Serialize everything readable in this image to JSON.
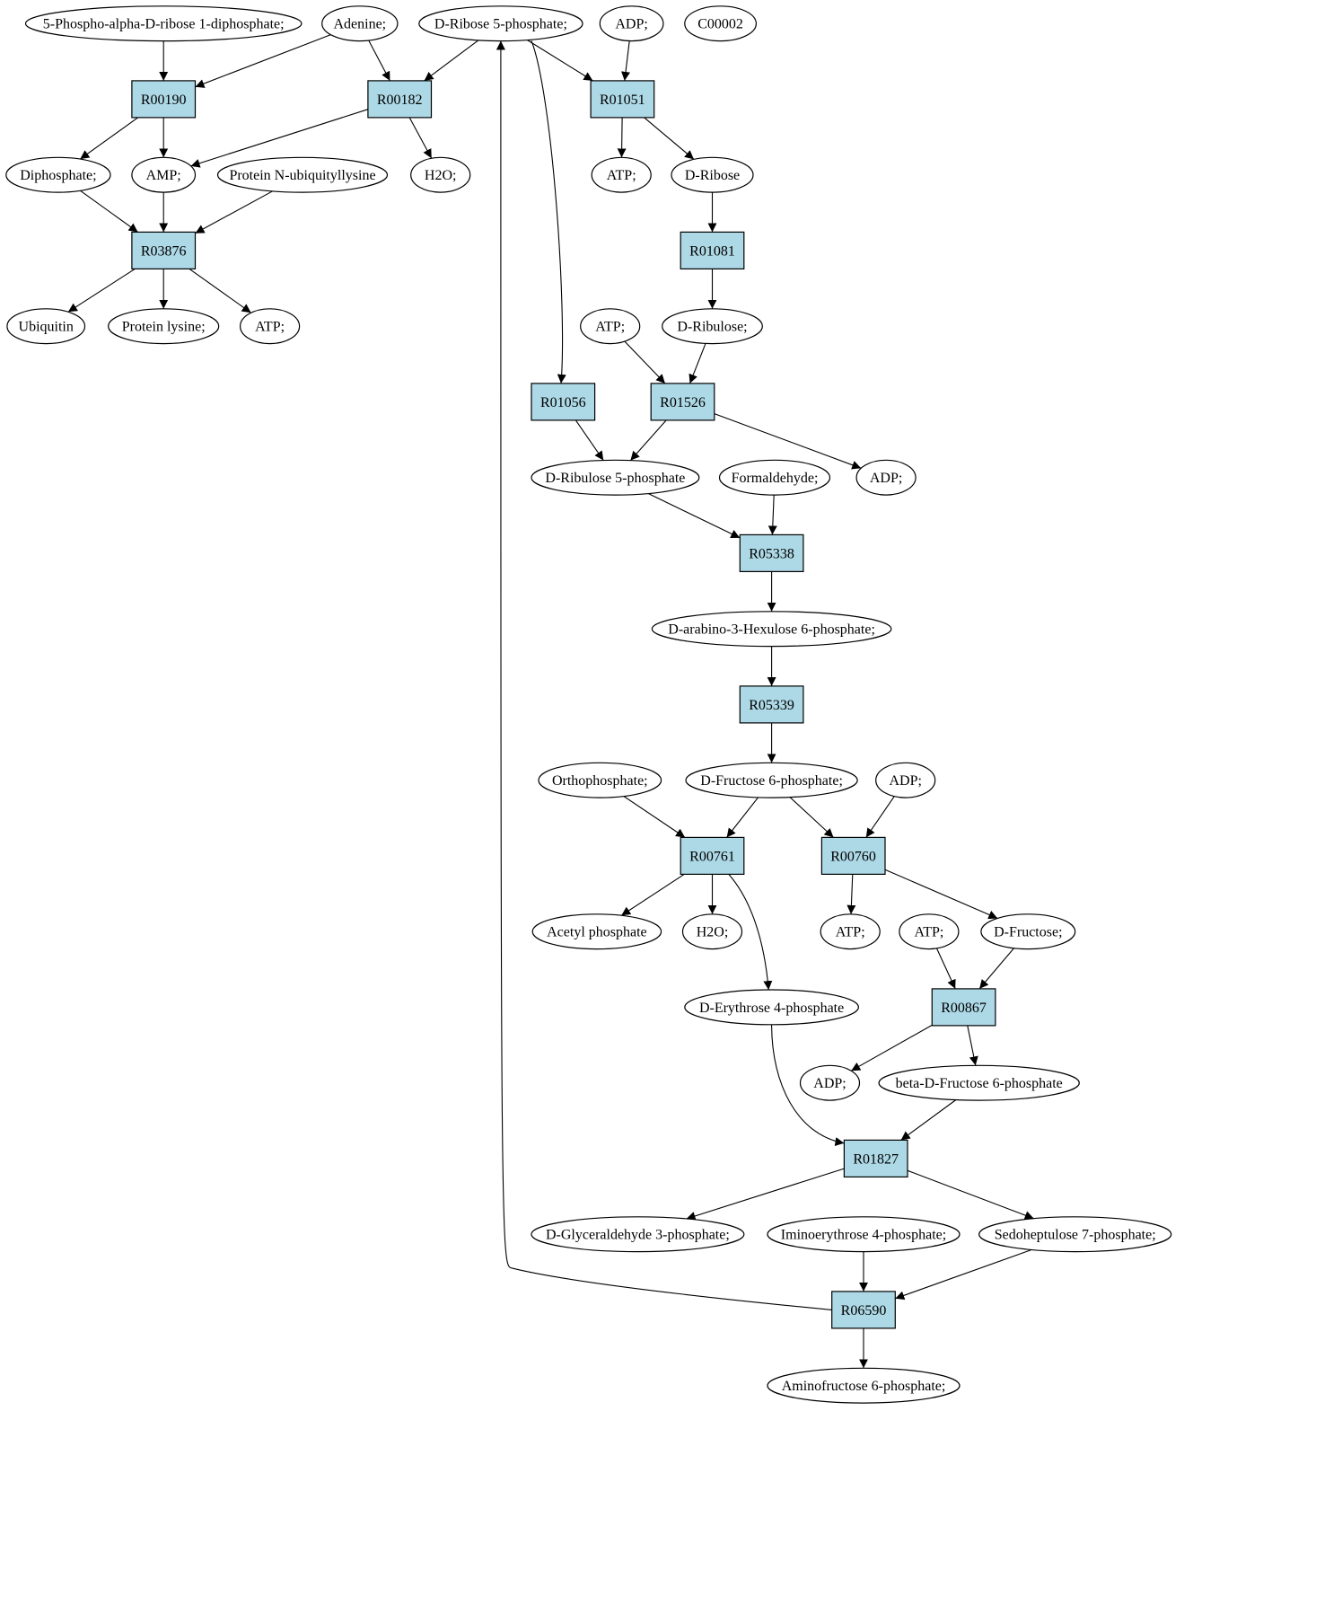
{
  "colors": {
    "background": "#ffffff",
    "reaction_fill": "#add8e6",
    "metabolite_fill": "#ffffff",
    "highlight_source": "#22dd11",
    "highlight_target": "#ffff00",
    "stroke": "#000000"
  },
  "nodes": [
    {
      "id": "c_prpp",
      "kind": "metabolite",
      "label": "5-Phospho-alpha-D-ribose 1-diphosphate;"
    },
    {
      "id": "c_adenine",
      "kind": "metabolite",
      "label": "Adenine;"
    },
    {
      "id": "c_r5p",
      "kind": "metabolite",
      "label": "D-Ribose 5-phosphate;",
      "highlight": "source"
    },
    {
      "id": "c_adp1",
      "kind": "metabolite",
      "label": "ADP;"
    },
    {
      "id": "c_c00002",
      "kind": "metabolite",
      "label": "C00002",
      "highlight": "target"
    },
    {
      "id": "r_R00190",
      "kind": "reaction",
      "label": "R00190"
    },
    {
      "id": "r_R00182",
      "kind": "reaction",
      "label": "R00182"
    },
    {
      "id": "r_R01051",
      "kind": "reaction",
      "label": "R01051"
    },
    {
      "id": "c_diphos",
      "kind": "metabolite",
      "label": "Diphosphate;"
    },
    {
      "id": "c_amp",
      "kind": "metabolite",
      "label": "AMP;"
    },
    {
      "id": "c_pnu",
      "kind": "metabolite",
      "label": "Protein N-ubiquityllysine"
    },
    {
      "id": "c_h2o1",
      "kind": "metabolite",
      "label": "H2O;"
    },
    {
      "id": "c_atp1",
      "kind": "metabolite",
      "label": "ATP;"
    },
    {
      "id": "c_ribose",
      "kind": "metabolite",
      "label": "D-Ribose"
    },
    {
      "id": "r_R03876",
      "kind": "reaction",
      "label": "R03876"
    },
    {
      "id": "r_R01081",
      "kind": "reaction",
      "label": "R01081"
    },
    {
      "id": "c_ubiquitin",
      "kind": "metabolite",
      "label": "Ubiquitin"
    },
    {
      "id": "c_plys",
      "kind": "metabolite",
      "label": "Protein lysine;"
    },
    {
      "id": "c_atp2",
      "kind": "metabolite",
      "label": "ATP;"
    },
    {
      "id": "c_atp3",
      "kind": "metabolite",
      "label": "ATP;"
    },
    {
      "id": "c_ribulose",
      "kind": "metabolite",
      "label": "D-Ribulose;"
    },
    {
      "id": "r_R01056",
      "kind": "reaction",
      "label": "R01056"
    },
    {
      "id": "r_R01526",
      "kind": "reaction",
      "label": "R01526"
    },
    {
      "id": "c_ru5p",
      "kind": "metabolite",
      "label": "D-Ribulose 5-phosphate"
    },
    {
      "id": "c_formald",
      "kind": "metabolite",
      "label": "Formaldehyde;"
    },
    {
      "id": "c_adp2",
      "kind": "metabolite",
      "label": "ADP;"
    },
    {
      "id": "r_R05338",
      "kind": "reaction",
      "label": "R05338"
    },
    {
      "id": "c_dah6p",
      "kind": "metabolite",
      "label": "D-arabino-3-Hexulose 6-phosphate;"
    },
    {
      "id": "r_R05339",
      "kind": "reaction",
      "label": "R05339"
    },
    {
      "id": "c_ortho",
      "kind": "metabolite",
      "label": "Orthophosphate;"
    },
    {
      "id": "c_f6p",
      "kind": "metabolite",
      "label": "D-Fructose 6-phosphate;"
    },
    {
      "id": "c_adp3",
      "kind": "metabolite",
      "label": "ADP;"
    },
    {
      "id": "r_R00761",
      "kind": "reaction",
      "label": "R00761"
    },
    {
      "id": "r_R00760",
      "kind": "reaction",
      "label": "R00760"
    },
    {
      "id": "c_acetylp",
      "kind": "metabolite",
      "label": "Acetyl phosphate"
    },
    {
      "id": "c_h2o2",
      "kind": "metabolite",
      "label": "H2O;"
    },
    {
      "id": "c_atp4",
      "kind": "metabolite",
      "label": "ATP;"
    },
    {
      "id": "c_atp5",
      "kind": "metabolite",
      "label": "ATP;"
    },
    {
      "id": "c_fructose",
      "kind": "metabolite",
      "label": "D-Fructose;"
    },
    {
      "id": "c_e4p",
      "kind": "metabolite",
      "label": "D-Erythrose 4-phosphate"
    },
    {
      "id": "r_R00867",
      "kind": "reaction",
      "label": "R00867"
    },
    {
      "id": "c_adp4",
      "kind": "metabolite",
      "label": "ADP;"
    },
    {
      "id": "c_bf6p",
      "kind": "metabolite",
      "label": "beta-D-Fructose 6-phosphate"
    },
    {
      "id": "r_R01827",
      "kind": "reaction",
      "label": "R01827"
    },
    {
      "id": "c_g3p",
      "kind": "metabolite",
      "label": "D-Glyceraldehyde 3-phosphate;"
    },
    {
      "id": "c_ie4p",
      "kind": "metabolite",
      "label": "Iminoerythrose 4-phosphate;"
    },
    {
      "id": "c_s7p",
      "kind": "metabolite",
      "label": "Sedoheptulose 7-phosphate;"
    },
    {
      "id": "r_R06590",
      "kind": "reaction",
      "label": "R06590"
    },
    {
      "id": "c_af6p",
      "kind": "metabolite",
      "label": "Aminofructose 6-phosphate;"
    }
  ],
  "edges": [
    {
      "from": "c_prpp",
      "to": "r_R00190"
    },
    {
      "from": "c_adenine",
      "to": "r_R00190"
    },
    {
      "from": "c_adenine",
      "to": "r_R00182"
    },
    {
      "from": "c_r5p",
      "to": "r_R00182"
    },
    {
      "from": "c_r5p",
      "to": "r_R01051"
    },
    {
      "from": "c_r5p",
      "to": "r_R01056"
    },
    {
      "from": "c_adp1",
      "to": "r_R01051"
    },
    {
      "from": "r_R00190",
      "to": "c_diphos"
    },
    {
      "from": "r_R00190",
      "to": "c_amp"
    },
    {
      "from": "r_R00182",
      "to": "c_amp"
    },
    {
      "from": "r_R00182",
      "to": "c_h2o1"
    },
    {
      "from": "r_R01051",
      "to": "c_atp1"
    },
    {
      "from": "r_R01051",
      "to": "c_ribose"
    },
    {
      "from": "c_diphos",
      "to": "r_R03876"
    },
    {
      "from": "c_amp",
      "to": "r_R03876"
    },
    {
      "from": "c_pnu",
      "to": "r_R03876"
    },
    {
      "from": "r_R03876",
      "to": "c_ubiquitin"
    },
    {
      "from": "r_R03876",
      "to": "c_plys"
    },
    {
      "from": "r_R03876",
      "to": "c_atp2"
    },
    {
      "from": "c_ribose",
      "to": "r_R01081"
    },
    {
      "from": "r_R01081",
      "to": "c_ribulose"
    },
    {
      "from": "c_atp3",
      "to": "r_R01526"
    },
    {
      "from": "c_ribulose",
      "to": "r_R01526"
    },
    {
      "from": "r_R01056",
      "to": "c_ru5p"
    },
    {
      "from": "r_R01526",
      "to": "c_ru5p"
    },
    {
      "from": "r_R01526",
      "to": "c_adp2"
    },
    {
      "from": "c_ru5p",
      "to": "r_R05338"
    },
    {
      "from": "c_formald",
      "to": "r_R05338"
    },
    {
      "from": "r_R05338",
      "to": "c_dah6p"
    },
    {
      "from": "c_dah6p",
      "to": "r_R05339"
    },
    {
      "from": "r_R05339",
      "to": "c_f6p"
    },
    {
      "from": "c_ortho",
      "to": "r_R00761"
    },
    {
      "from": "c_f6p",
      "to": "r_R00761"
    },
    {
      "from": "c_f6p",
      "to": "r_R00760"
    },
    {
      "from": "c_adp3",
      "to": "r_R00760"
    },
    {
      "from": "r_R00761",
      "to": "c_acetylp"
    },
    {
      "from": "r_R00761",
      "to": "c_h2o2"
    },
    {
      "from": "r_R00761",
      "to": "c_e4p"
    },
    {
      "from": "r_R00760",
      "to": "c_atp4"
    },
    {
      "from": "r_R00760",
      "to": "c_fructose"
    },
    {
      "from": "c_atp5",
      "to": "r_R00867"
    },
    {
      "from": "c_fructose",
      "to": "r_R00867"
    },
    {
      "from": "r_R00867",
      "to": "c_adp4"
    },
    {
      "from": "r_R00867",
      "to": "c_bf6p"
    },
    {
      "from": "c_e4p",
      "to": "r_R01827"
    },
    {
      "from": "c_bf6p",
      "to": "r_R01827"
    },
    {
      "from": "r_R01827",
      "to": "c_g3p"
    },
    {
      "from": "r_R01827",
      "to": "c_s7p"
    },
    {
      "from": "c_ie4p",
      "to": "r_R06590"
    },
    {
      "from": "c_s7p",
      "to": "r_R06590"
    },
    {
      "from": "r_R06590",
      "to": "c_af6p"
    },
    {
      "from": "r_R06590",
      "to": "c_r5p"
    }
  ]
}
